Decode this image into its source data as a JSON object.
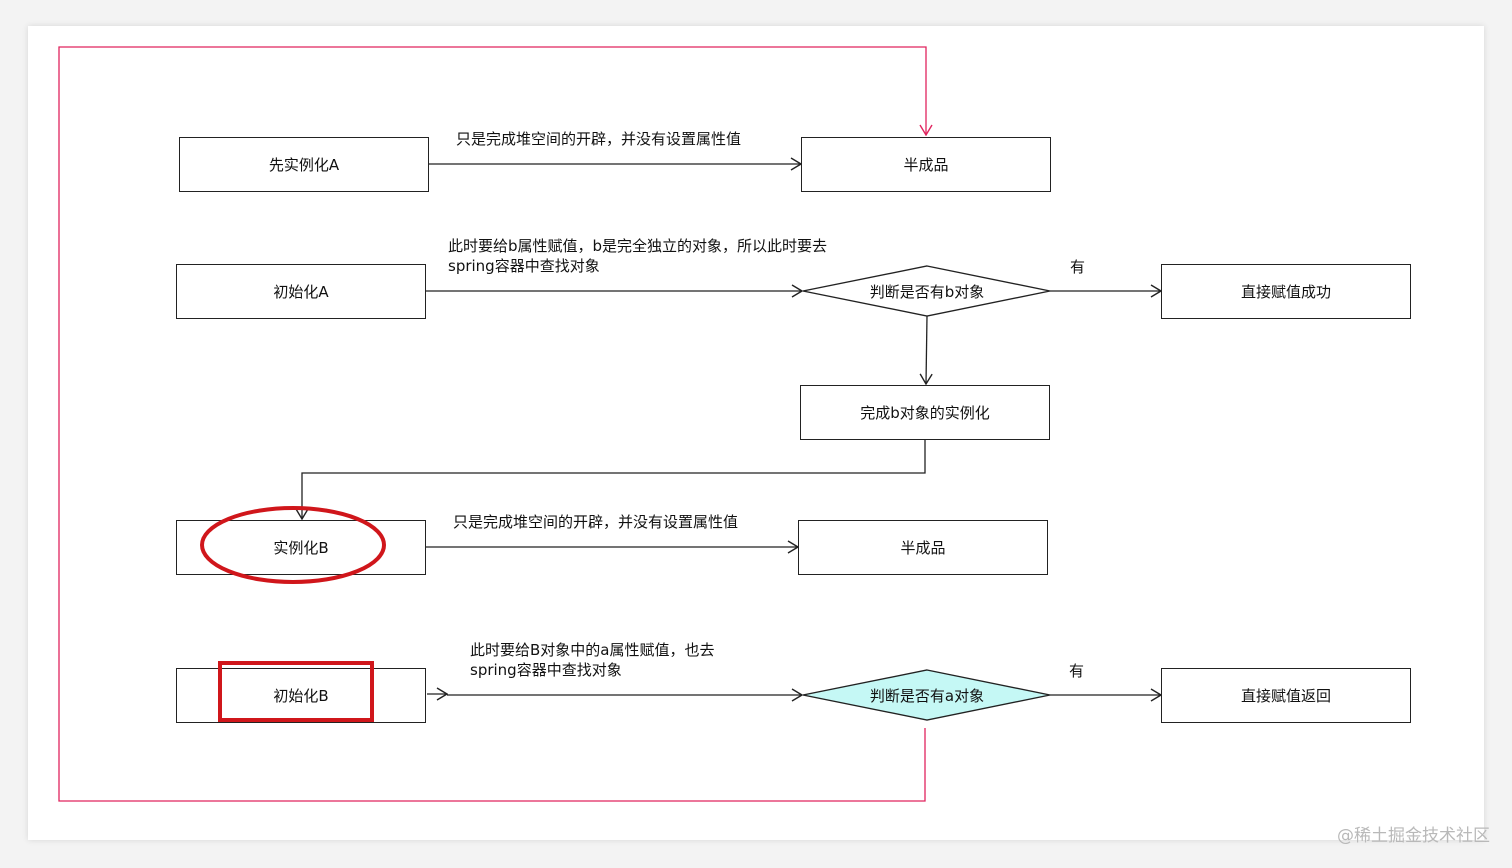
{
  "nodes": {
    "instantiate_a": "先实例化A",
    "half_product_a": "半成品",
    "init_a": "初始化A",
    "check_b": "判断是否有b对象",
    "assign_success": "直接赋值成功",
    "complete_b": "完成b对象的实例化",
    "instantiate_b": "实例化B",
    "half_product_b": "半成品",
    "init_b": "初始化B",
    "check_a": "判断是否有a对象",
    "assign_return": "直接赋值返回"
  },
  "edge_labels": {
    "heap_alloc_1": "只是完成堆空间的开辟，并没有设置属性值",
    "assign_b_line1": "此时要给b属性赋值，b是完全独立的对象，所以此时要去",
    "assign_b_line2": "spring容器中查找对象",
    "has_b": "有",
    "heap_alloc_2": "只是完成堆空间的开辟，并没有设置属性值",
    "assign_a_line1": "此时要给B对象中的a属性赋值，也去",
    "assign_a_line2": "spring容器中查找对象",
    "has_a": "有"
  },
  "colors": {
    "loop_line": "#e0245e",
    "highlight_red": "#d0161b",
    "diamond_fill_a": "#c5f8f5"
  },
  "watermark": "@稀土掘金技术社区"
}
